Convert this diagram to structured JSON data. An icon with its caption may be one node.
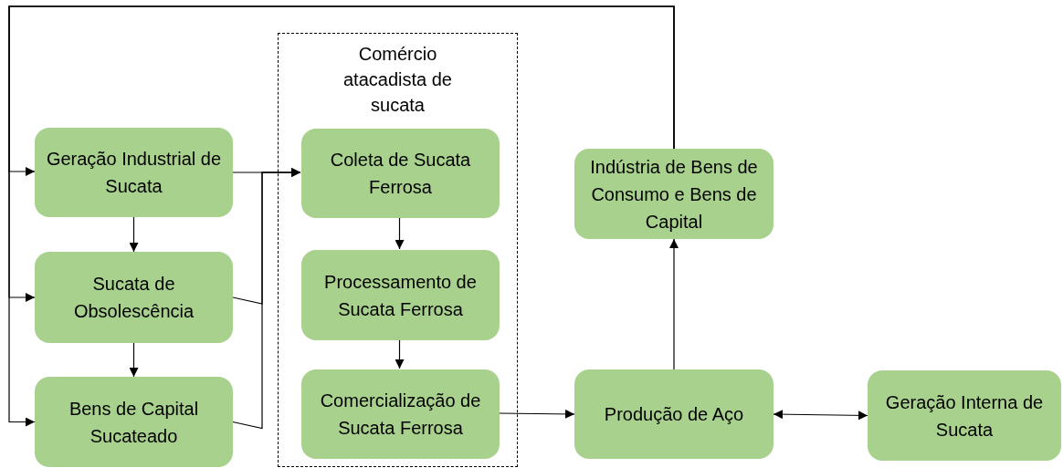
{
  "diagram": {
    "nodes": [
      {
        "text": [
          "Comércio atacadista de sucata"
        ]
      },
      {
        "text": [
          "Geração Industrial de Sucata"
        ]
      },
      {
        "text": [
          "Sucata de Obsolescência"
        ]
      },
      {
        "text": [
          "Bens de Capital Sucateado"
        ]
      },
      {
        "text": [
          "Coleta de Sucata Ferrosa"
        ],
        "in": 0
      },
      {
        "text": [
          "Processamento de Sucata Ferrosa"
        ],
        "in": 0
      },
      {
        "text": [
          "Comercialização de Sucata Ferrosa"
        ],
        "in": 0
      },
      {
        "text": [
          "Indústria de Bens de Consumo e Bens de Capital"
        ]
      },
      {
        "text": [
          "Produção de Aço"
        ]
      },
      {
        "text": [
          "Geração Interna de Sucata"
        ]
      }
    ],
    "edges": [
      {
        "from": 1,
        "to": 4,
        "arrow": "to"
      },
      {
        "from": 2,
        "to": 4,
        "arrow": "to"
      },
      {
        "from": 3,
        "to": 4,
        "arrow": "to"
      },
      {
        "from": 1,
        "to": 2,
        "arrow": "to"
      },
      {
        "from": 2,
        "to": 3,
        "arrow": "to"
      },
      {
        "from": 4,
        "to": 5,
        "arrow": "to"
      },
      {
        "from": 5,
        "to": 6,
        "arrow": "to"
      },
      {
        "from": 6,
        "to": 8,
        "arrow": "to"
      },
      {
        "from": 8,
        "to": 7,
        "arrow": "to"
      },
      {
        "from": 8,
        "to": 9,
        "arrow": "both"
      },
      {
        "from": 7,
        "to": 1,
        "arrow": "to"
      },
      {
        "from": 7,
        "to": 2,
        "arrow": "to"
      },
      {
        "from": 7,
        "to": 3,
        "arrow": "to"
      }
    ]
  }
}
